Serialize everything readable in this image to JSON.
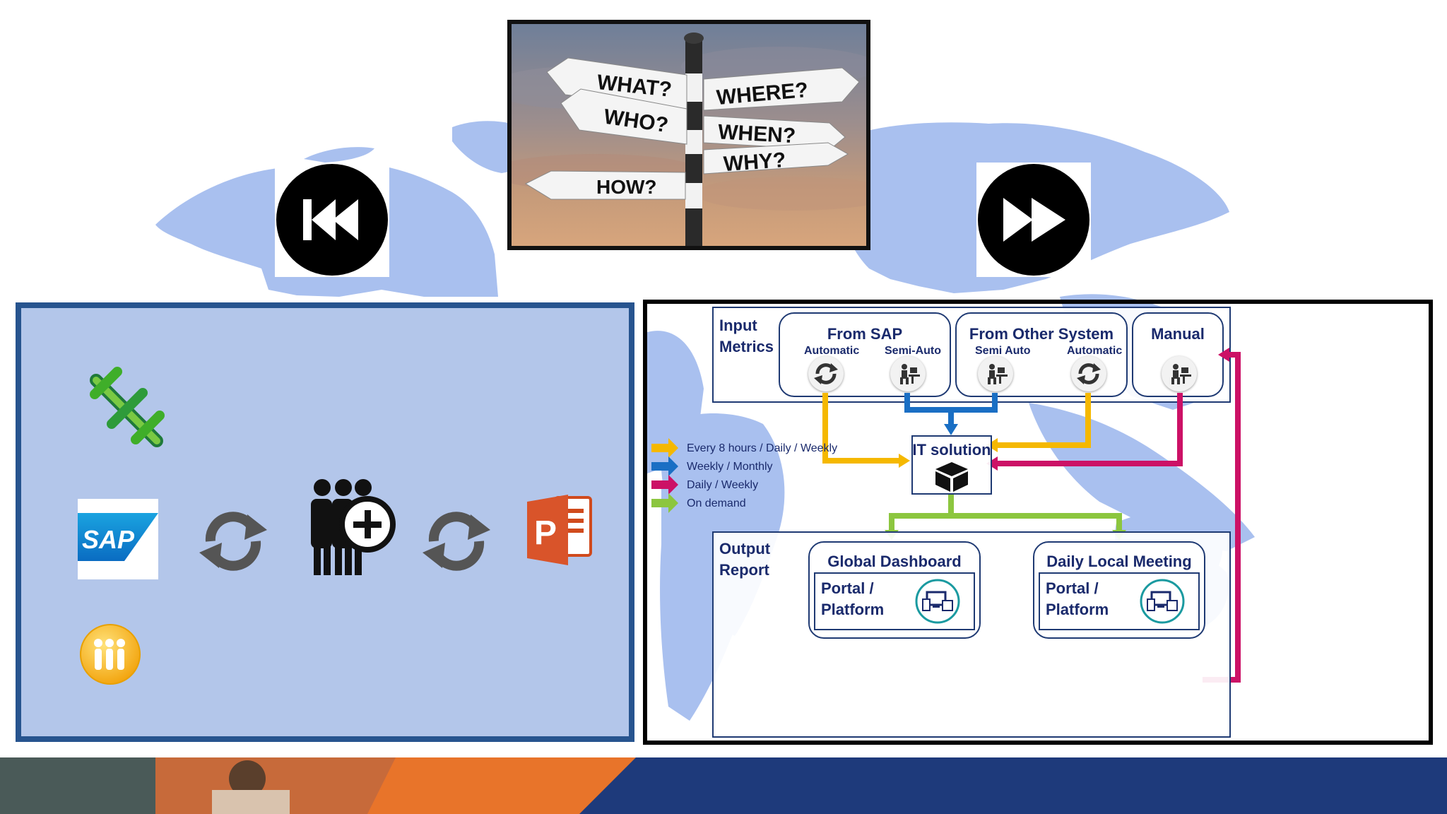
{
  "signpost": {
    "signs": [
      "WHAT?",
      "WHERE?",
      "WHO?",
      "WHEN?",
      "WHY?",
      "HOW?"
    ]
  },
  "nav": {
    "rewind_icon": "rewind-icon",
    "fast_forward_icon": "fast-forward-icon"
  },
  "left_panel": {
    "apps": [
      "excel-logo",
      "sap-logo",
      "sync-icon",
      "team-add-icon",
      "sync-icon",
      "powerpoint-logo",
      "lotus-notes-logo"
    ],
    "sap_text": "SAP",
    "ppt_letter": "P"
  },
  "diagram": {
    "input_label_1": "Input",
    "input_label_2": "Metrics",
    "from_sap": {
      "title": "From SAP",
      "left": "Automatic",
      "right": "Semi-Auto"
    },
    "from_other": {
      "title": "From Other System",
      "left": "Semi Auto",
      "right": "Automatic"
    },
    "manual": {
      "title": "Manual"
    },
    "it_solution": "IT solution",
    "legend": [
      {
        "text": "Every 8 hours / Daily / Weekly",
        "color": "#f5b800"
      },
      {
        "text": "Weekly / Monthly",
        "color": "#1a6fc4"
      },
      {
        "text": "Daily / Weekly",
        "color": "#cc1166"
      },
      {
        "text": "On demand",
        "color": "#8cc63f"
      }
    ],
    "output_label_1": "Output",
    "output_label_2": "Report",
    "global_dashboard": {
      "title": "Global Dashboard",
      "line1": "Portal /",
      "line2": "Platform"
    },
    "daily_meeting": {
      "title": "Daily Local Meeting",
      "line1": "Portal /",
      "line2": "Platform"
    }
  },
  "colors": {
    "map": "#a9c0ef",
    "navy": "#1a2a6c",
    "yellow": "#f5b800",
    "blue": "#1a6fc4",
    "magenta": "#cc1166",
    "green": "#8cc63f",
    "footer_blue": "#1e3a7b",
    "footer_orange": "#e8742a"
  }
}
